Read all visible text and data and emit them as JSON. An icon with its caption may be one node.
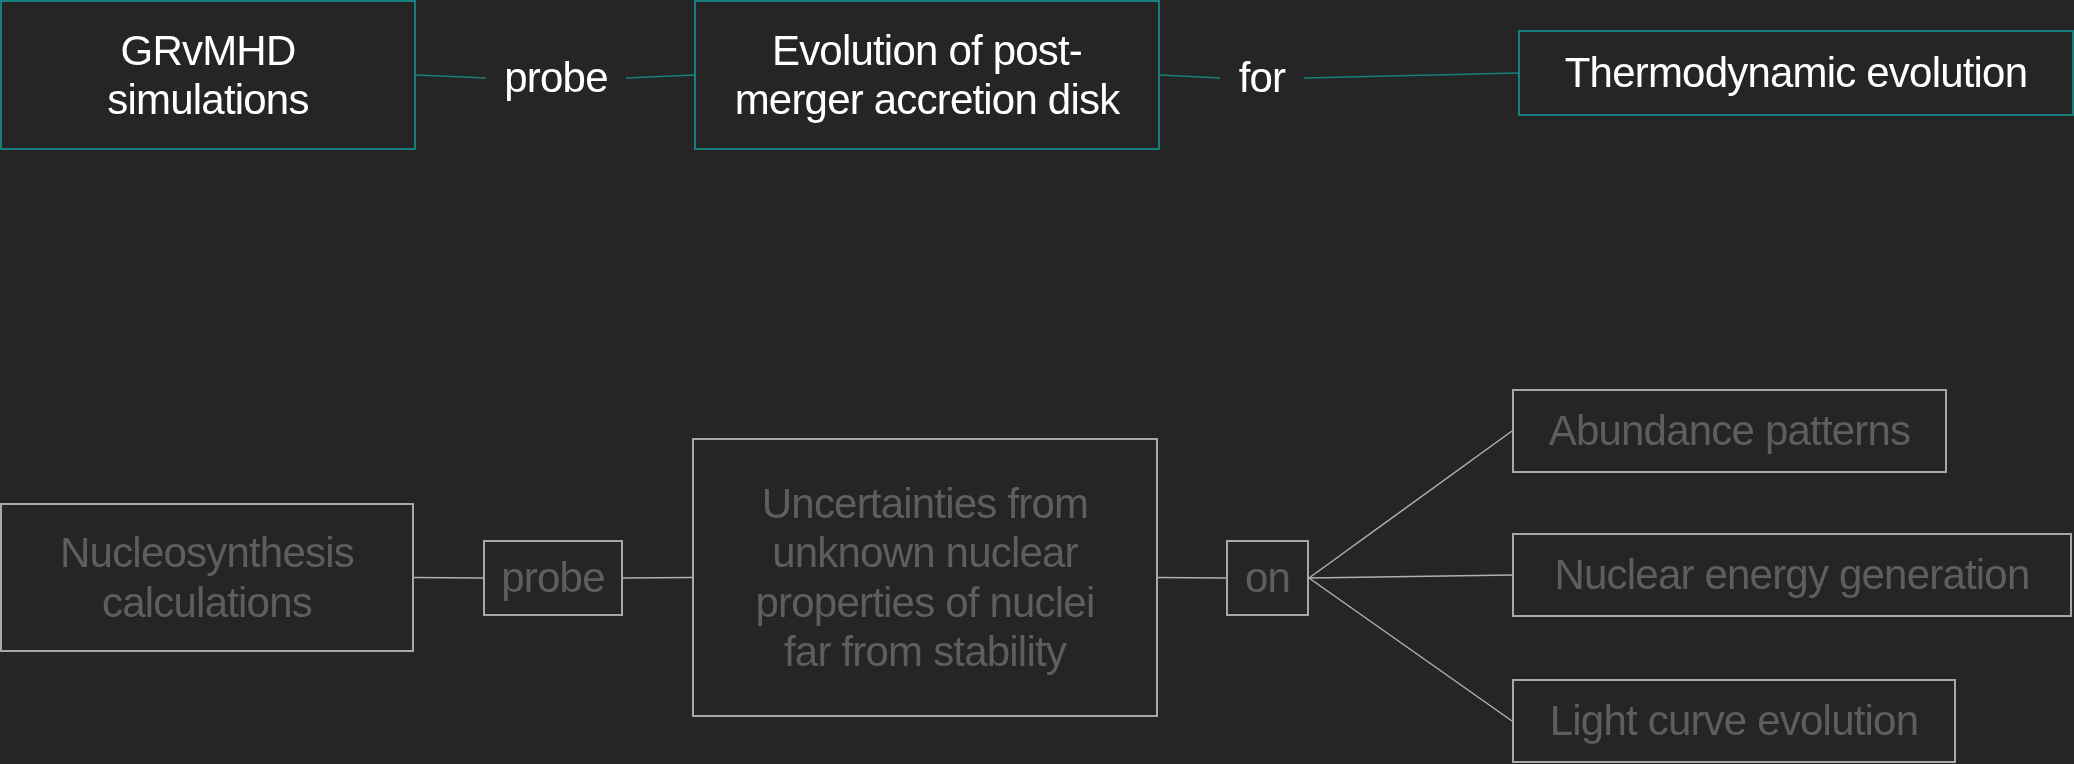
{
  "diagram": {
    "nodes": [
      {
        "text": [
          "GRvMHD simulations"
        ]
      },
      {
        "text": [
          "probe"
        ]
      },
      {
        "text": [
          "Evolution of post-merger accretion disk"
        ]
      },
      {
        "text": [
          "for"
        ]
      },
      {
        "text": [
          "Thermodynamic evolution"
        ]
      },
      {
        "text": [
          "Nucleosynthesis calculations"
        ]
      },
      {
        "text": [
          "probe"
        ]
      },
      {
        "text": [
          "Uncertainties from unknown nuclear properties of nuclei far from stability"
        ]
      },
      {
        "text": [
          "on"
        ]
      },
      {
        "text": [
          "Abundance patterns"
        ]
      },
      {
        "text": [
          "Nuclear energy generation"
        ]
      },
      {
        "text": [
          "Light curve evolution"
        ]
      }
    ],
    "edges": [
      {
        "from": 0,
        "to": 1,
        "arrow": "none",
        "color": "#17807c"
      },
      {
        "from": 1,
        "to": 2,
        "arrow": "none",
        "color": "#17807c"
      },
      {
        "from": 2,
        "to": 3,
        "arrow": "none",
        "color": "#17807c"
      },
      {
        "from": 3,
        "to": 4,
        "arrow": "none",
        "color": "#17807c"
      },
      {
        "from": 5,
        "to": 6,
        "arrow": "none"
      },
      {
        "from": 6,
        "to": 7,
        "arrow": "none"
      },
      {
        "from": 7,
        "to": 8,
        "arrow": "none"
      },
      {
        "from": 8,
        "to": 9,
        "arrow": "none"
      },
      {
        "from": 8,
        "to": 10,
        "arrow": "none"
      },
      {
        "from": 8,
        "to": 11,
        "arrow": "none"
      }
    ]
  }
}
